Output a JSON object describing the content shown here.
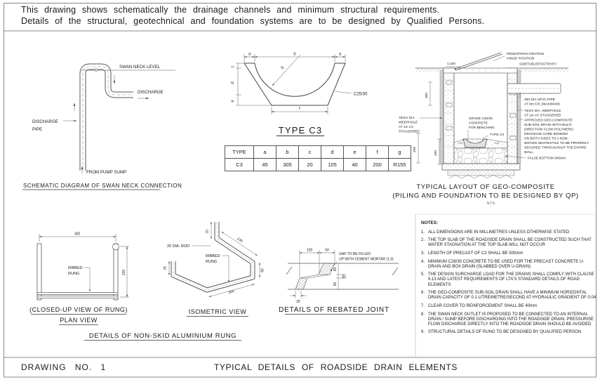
{
  "header": {
    "line1": "This drawing shows schematically the drainage channels and minimum  structural requirements.",
    "line2": "Details of the structural, geotechnical and foundation systems are to be designed by Qualified Persons."
  },
  "swan": {
    "level": "SWAN NECK LEVEL",
    "discharge": "DISCHARGE",
    "pipe_l1": "DISCHARGE",
    "pipe_l2": "PIPE",
    "from_sump": "FROM PUMP SUMP",
    "title": "SCHEMATIC DIAGRAM OF SWAN NECK CONNECTION"
  },
  "c3": {
    "title": "TYPE C3",
    "material": "C25/30",
    "dim_a1": "a",
    "dim_b": "b",
    "dim_a2": "a",
    "dim_c": "c",
    "dim_d": "d",
    "dim_e": "e",
    "dim_g": "g",
    "dim_f": "f"
  },
  "c3_table": {
    "headers": [
      "TYPE",
      "a",
      "b",
      "c",
      "d",
      "e",
      "f",
      "g"
    ],
    "row": [
      "C3",
      "45",
      "305",
      "20",
      "105",
      "40",
      "200",
      "R155"
    ]
  },
  "geo": {
    "grating_l1": "PEDESTRIAN GRATING",
    "grating_l2": "HINGE POSITION",
    "slope": "1:100",
    "sidetable": "SIDETABLE/FOOTPATH",
    "pipe_l1": "250 DIA UPVC PIPE",
    "pipe_l2": "AT 6m C/C (MAXIMUM)",
    "weep_r1": "75mm DIA. WEEPHOLE",
    "weep_r2": "AT 1m c/c STAGGERED",
    "geocomp": [
      "APPROVED GEO-COMPOSITE",
      "SUB-SOIL DRAIN WITH MULTI-",
      "DIRECTION FLOW POLYMERIC",
      "DRAINAGE CORE BONDED",
      "ON BOTH SIDES TO A NON-",
      "WOVEN GEOTEXTILE TO BE PROPERLY",
      "SECURED THROUGHOUT THE ENTIRE",
      "WALL."
    ],
    "false_bottom": "FALSE BOTTOM 300mm",
    "bench_l1": "GRADE C20/25",
    "bench_l2": "CONCRETE",
    "bench_l3": "FOR BENCHING",
    "type_c3_ref": "TYPE C3",
    "weep_l1": "75mm DIA.",
    "weep_l2": "WEEPHOLE",
    "weep_l3": "AT 1m c/c",
    "weep_l4": "STAGGERED",
    "dim_300": "300",
    "dim_200": "200",
    "dim_400": "400",
    "slope_bench_l": "1:30",
    "slope_bench_r": "1:30",
    "title1": "TYPICAL LAYOUT OF GEO-COMPOSITE",
    "title2": "(PILING AND FOUNDATION TO BE DESIGNED BY QP)",
    "nts": "N.T.S."
  },
  "plan": {
    "dim_w": "300",
    "dim_h": "230",
    "ribbed_l1": "RIBBED",
    "ribbed_l2": "RUNG",
    "title1": "(CLOSED-UP VIEW OF RUNG)",
    "title2": "PLAN VIEW"
  },
  "iso": {
    "rod": "25 DIA. ROD",
    "ribbed_l1": "RIBBED",
    "ribbed_l2": "RUNG",
    "dim_70": "70",
    "dim_230": "230",
    "dim_90": "90",
    "dim_300": "300",
    "dim_75": "75",
    "title": "ISOMETRIC VIEW"
  },
  "joint": {
    "gap_l1": "GAP TO BE FILLED",
    "gap_l2": "UP WITH CEMENT MORTAR (1:3)",
    "dim_100": "100",
    "dim_50": "50",
    "dim_65a": "65",
    "dim_20": "20",
    "dim_65b": "65",
    "dim_25": "25",
    "title": "DETAILS OF REBATED JOINT"
  },
  "rung_title": "DETAILS OF NON-SKID ALUMINIUM RUNG",
  "notes": {
    "heading": "NOTES:",
    "items": [
      {
        "n": "1.",
        "t": "ALL DIMENSIONS ARE IN MILLIMETRES UNLESS OTHERWISE STATED"
      },
      {
        "n": "2.",
        "t": "THE TOP SLAB OF THE ROADSIDE DRAIN SHALL BE CONSTRUCTED SUCH THAT WATER STAGNATION AT THE TOP SLAB WILL NOT OCCUR"
      },
      {
        "n": "3.",
        "t": "LENGTH OF PRECAST OF C3 SHALL BE 500mm"
      },
      {
        "n": "4.",
        "t": "MINIMUM C28/35 CONCRETE TO BE USED FOR THE PRECAST CONCRETE U-DRAIN AND BOX DRAIN (SLABBED OVER U-DRAIN)"
      },
      {
        "n": "5.",
        "t": "THE DESIGN SURCHARGE LOAD FOR THE DRAINS SHALL COMPLY WITH CLAUSE 9.13 AND LATEST REQUIREMENTS OF LTA'S STANDARD DETAILS OF ROAD ELEMENTS"
      },
      {
        "n": "6.",
        "t": "THE GEO-COMPOSITE SUB-SOIL DRAIN SHALL HAVE A MINIMUM HORIZONTAL DRAIN CAPACITY OF 0.1 LITRE/METRE/SECOND AT HYDRAULIC GRADIENT OF 0.04"
      },
      {
        "n": "7.",
        "t": "CLEAR COVER TO REINFORCEMENT SHALL BE 40mm"
      },
      {
        "n": "8.",
        "t": "THE SWAN NECK OUTLET IS PROPOSED TO BE CONNECTED TO AN INTERNAL DRAIN / SUMP BEFORE DISCHARGING INTO THE ROADSIDE DRAIN,  PRESSURISE FLOW DISCHARGE DIRECTLY INTO THE ROADSIDE DRAIN SHOULD BE AVOIDED"
      },
      {
        "n": "9.",
        "t": "STRUCTURAL DETAILS OF RUNG TO BE DESIGNED BY QUALIFIED PERSON"
      }
    ]
  },
  "footer": {
    "drawing_no": "DRAWING NO. 1",
    "title": "TYPICAL DETAILS OF ROADSIDE DRAIN ELEMENTS"
  }
}
